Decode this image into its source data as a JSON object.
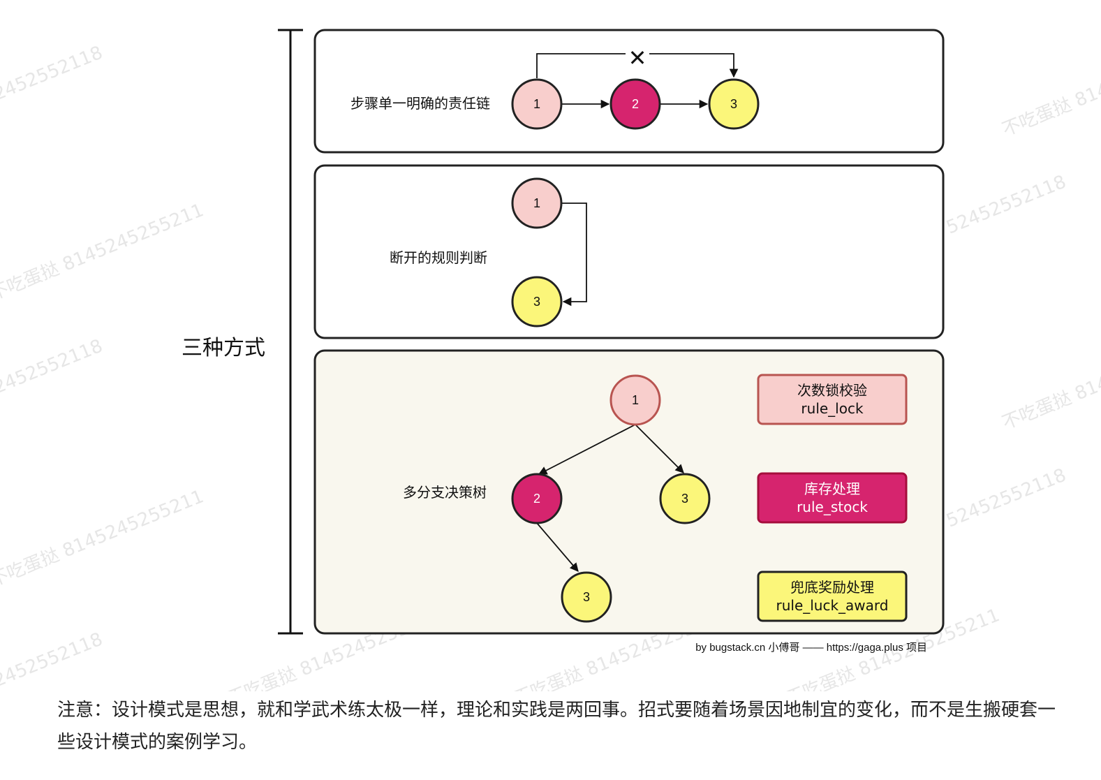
{
  "colors": {
    "light_pink": "#f8cecc",
    "light_pink_stroke": "#b85450",
    "magenta": "#d6246e",
    "yellow": "#fbf67a",
    "panel_bg": "#f9f7ee",
    "border": "#222222"
  },
  "title": "三种方式",
  "panels": [
    {
      "label": "步骤单一明确的责任链",
      "nodes": [
        "1",
        "2",
        "3"
      ],
      "blocked_symbol": "✕"
    },
    {
      "label": "断开的规则判断",
      "nodes": [
        "1",
        "3"
      ]
    },
    {
      "label": "多分支决策树",
      "nodes": [
        "1",
        "2",
        "3",
        "3"
      ]
    }
  ],
  "legend": [
    {
      "line1": "次数锁校验",
      "line2": "rule_lock"
    },
    {
      "line1": "库存处理",
      "line2": "rule_stock"
    },
    {
      "line1": "兜底奖励处理",
      "line2": "rule_luck_award"
    }
  ],
  "credit": "by bugstack.cn 小傅哥 —— https://gaga.plus 项目",
  "watermark_text": "不吃蛋挞 8145245255211",
  "watermark_variant": "52452552118",
  "note": "注意：设计模式是思想，就和学武术练太极一样，理论和实践是两回事。招式要随着场景因地制宜的变化，而不是生搬硬套一些设计模式的案例学习。"
}
